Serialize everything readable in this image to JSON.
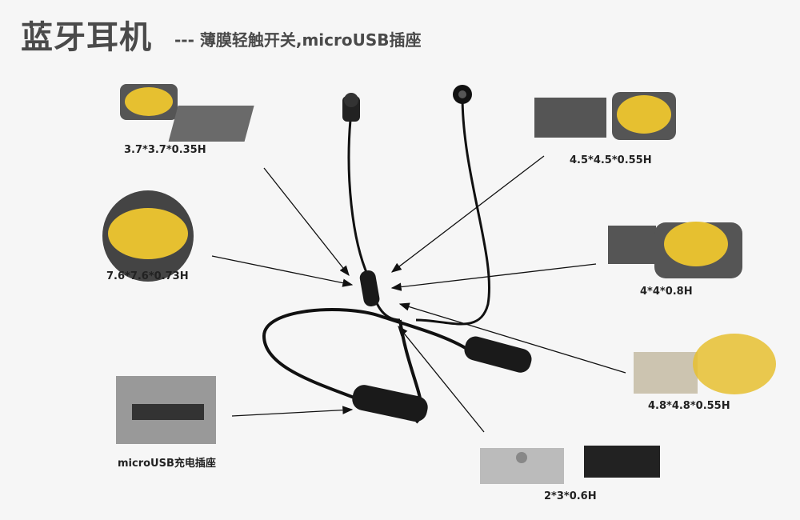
{
  "header": {
    "title": "蓝牙耳机",
    "subtitle": "--- 薄膜轻触开关,microUSB插座"
  },
  "labels": {
    "switch_37": "3.7*3.7*0.35H",
    "switch_45": "4.5*4.5*0.55H",
    "switch_76": "7.6*7.6*0.73H",
    "switch_4": "4*4*0.8H",
    "switch_48": "4.8*4.8*0.55H",
    "usb": "microUSB充电插座",
    "switch_23": "2*3*0.6H"
  },
  "colors": {
    "membrane": "#e6c030",
    "body": "#3a3a3a",
    "accent_text": "#4a4a4a"
  }
}
